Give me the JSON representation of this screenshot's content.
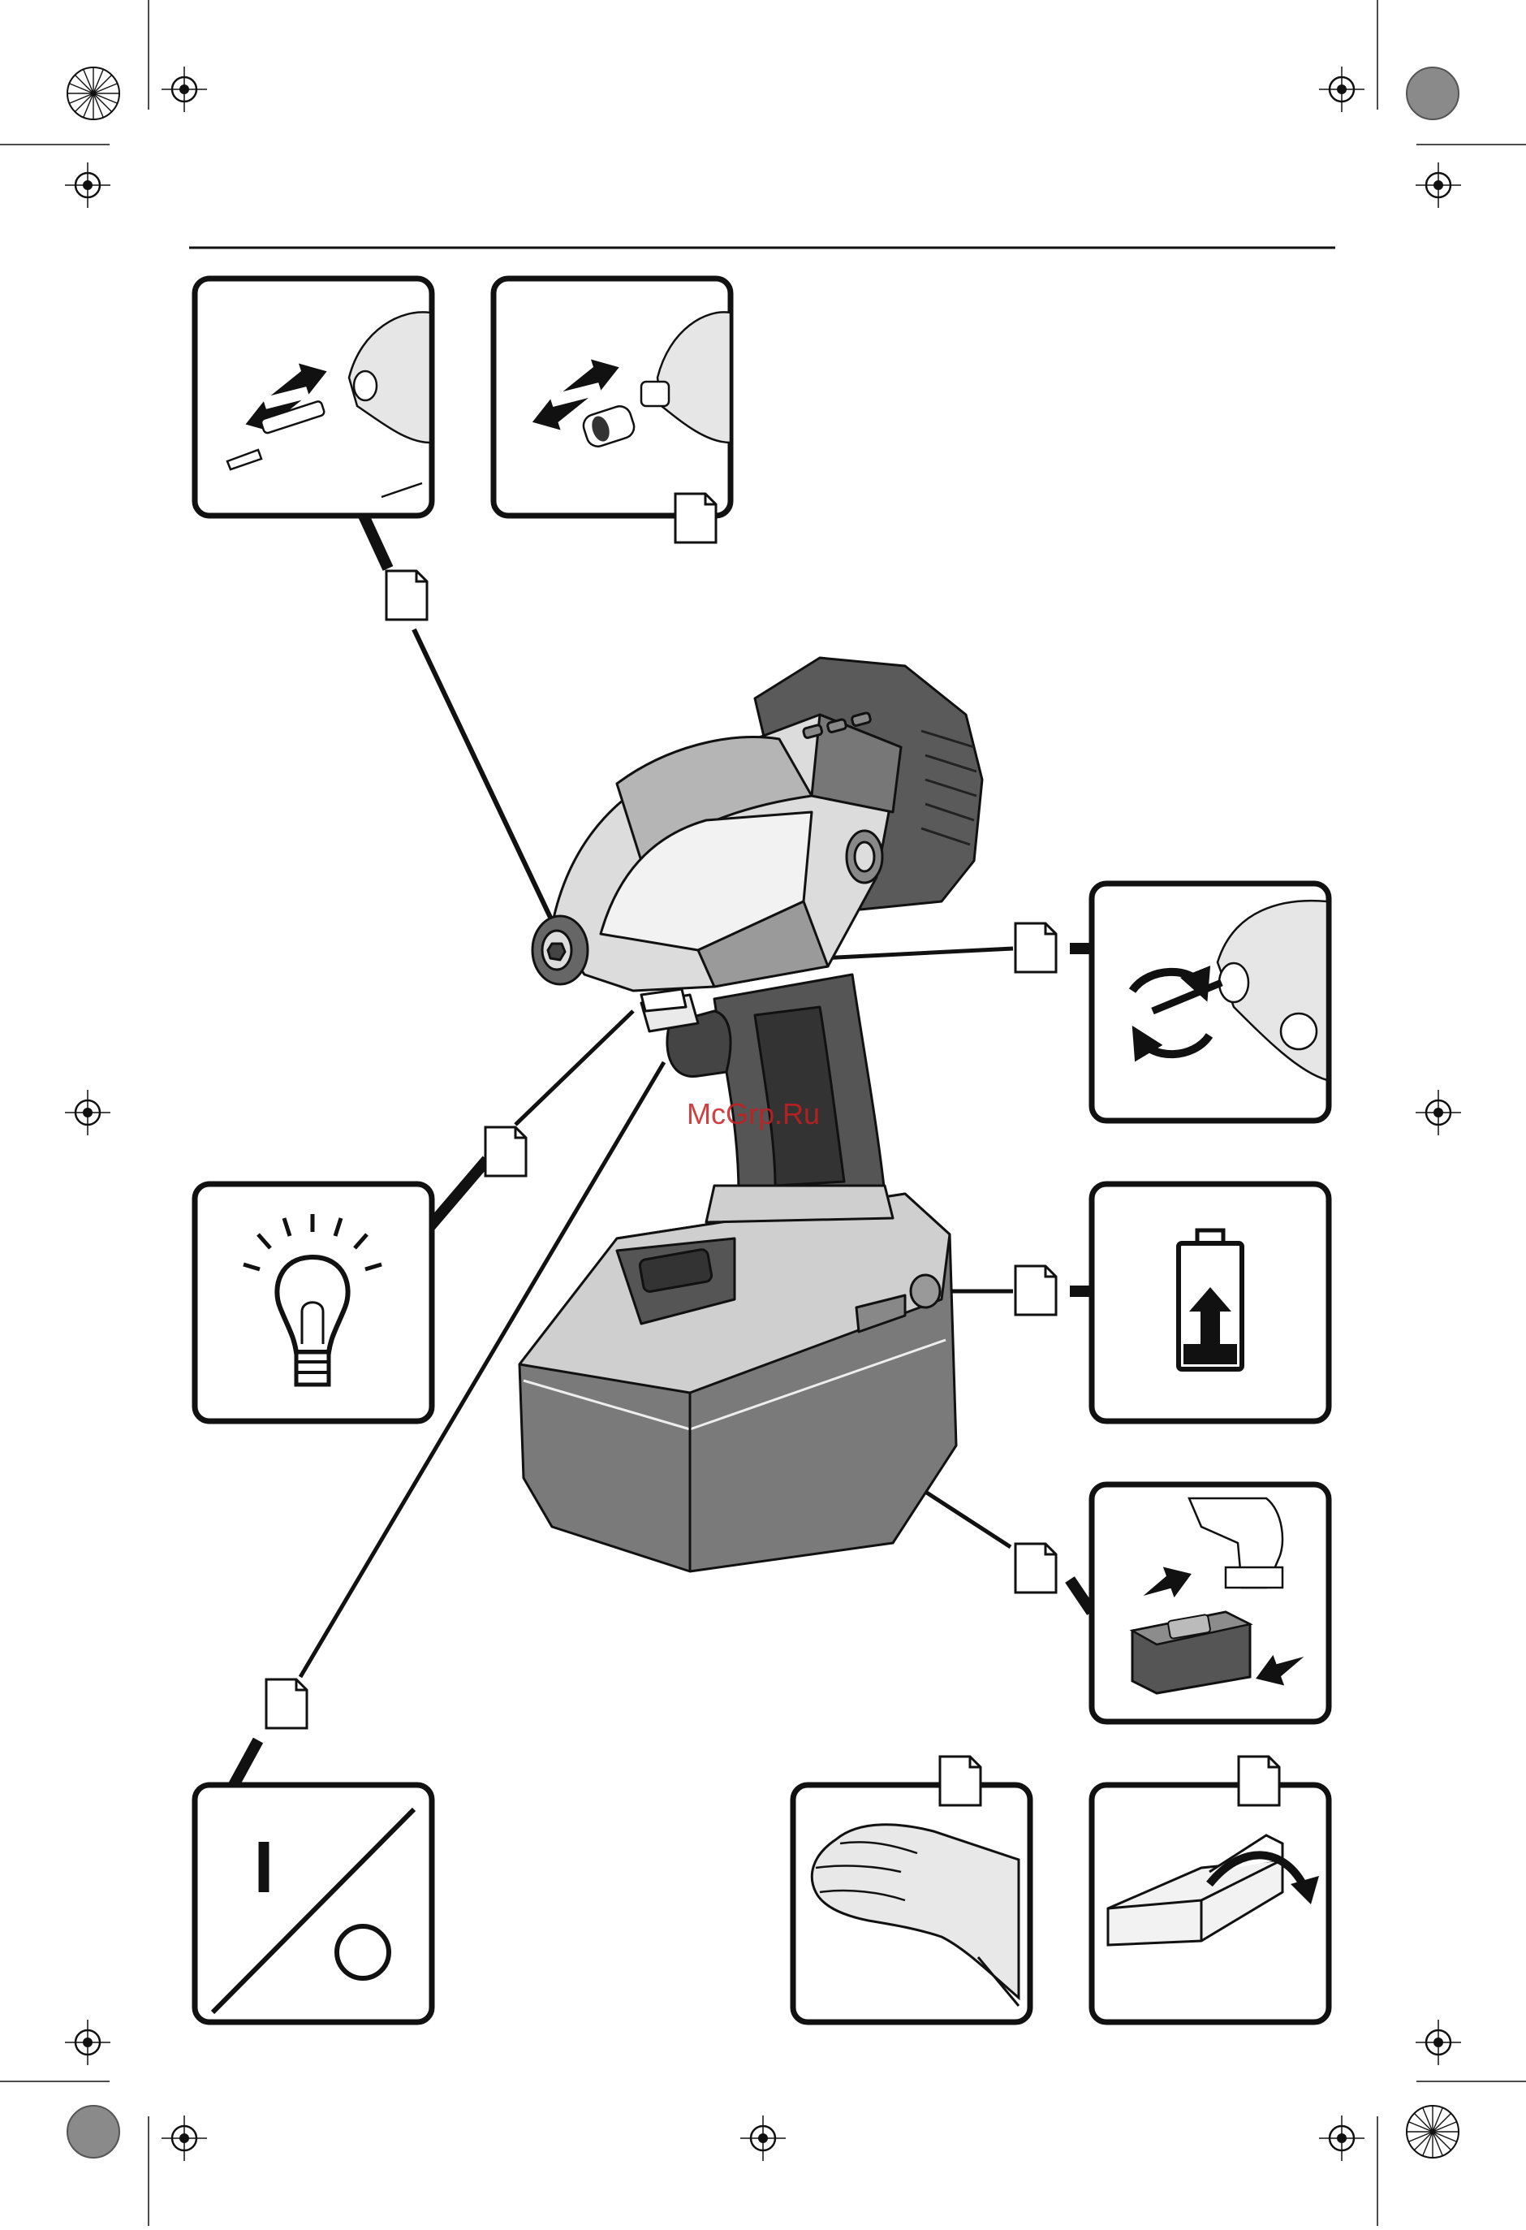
{
  "watermark": "McGrp.Ru",
  "colors": {
    "line": "#111111",
    "panel_fill": "#ffffff",
    "tool_dark": "#3c3c3c",
    "tool_mid": "#8c8c8c",
    "tool_light": "#d8d8d8",
    "watermark": "#c81e1e"
  },
  "panels": [
    {
      "id": "bit-insert",
      "icon": "bit-insert-icon"
    },
    {
      "id": "socket-insert",
      "icon": "socket-insert-icon"
    },
    {
      "id": "rotation-direction",
      "icon": "rotation-arrows-icon"
    },
    {
      "id": "work-light",
      "icon": "light-bulb-icon"
    },
    {
      "id": "charge-indicator",
      "icon": "battery-charge-icon"
    },
    {
      "id": "battery-removal",
      "icon": "battery-slide-icon"
    },
    {
      "id": "on-off-switch",
      "icon": "on-off-icon",
      "symbol_on": "I"
    },
    {
      "id": "hand-care",
      "icon": "hand-icon"
    },
    {
      "id": "packaging",
      "icon": "box-open-icon"
    }
  ],
  "page_markers": [
    "page-icon",
    "page-icon",
    "page-icon",
    "page-icon",
    "page-icon",
    "page-icon",
    "page-icon",
    "page-icon",
    "page-icon"
  ]
}
